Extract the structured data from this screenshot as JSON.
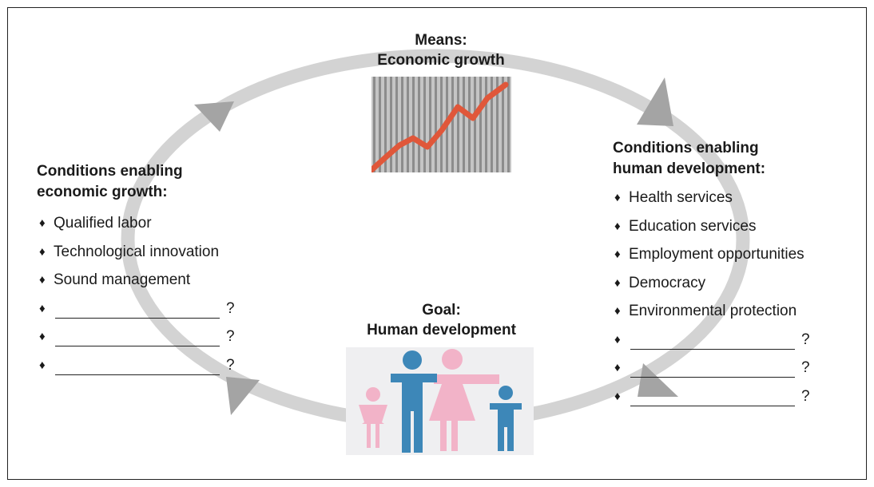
{
  "means": {
    "line1": "Means:",
    "line2": "Economic growth"
  },
  "goal": {
    "line1": "Goal:",
    "line2": "Human development"
  },
  "left": {
    "heading_line1": "Conditions enabling",
    "heading_line2": "economic growth:",
    "items": [
      "Qualified labor",
      "Technological innovation",
      "Sound management"
    ],
    "blank_count": 3
  },
  "right": {
    "heading_line1": "Conditions enabling",
    "heading_line2": "human development:",
    "items": [
      "Health services",
      "Education services",
      "Employment opportunities",
      "Democracy",
      "Environmental protection"
    ],
    "blank_count": 3
  },
  "bullet_symbol": "♦",
  "blank_suffix": "?",
  "colors": {
    "cycle": "#d3d3d3",
    "arrow": "#a4a4a4",
    "chart_bars": "#8c8c8c",
    "chart_line": "#e0573a",
    "family_pink": "#f2b3c8",
    "family_blue": "#3d87b8",
    "family_bg": "#efeff1"
  },
  "icons": {
    "means": "economic-growth-chart-icon",
    "goal": "family-icon",
    "cycle": "cycle-arrows"
  }
}
